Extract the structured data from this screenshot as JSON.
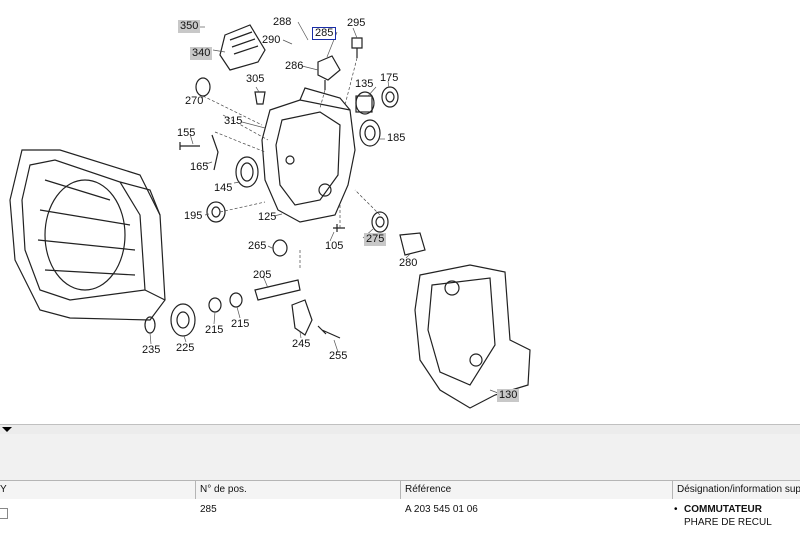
{
  "diagram": {
    "callouts": [
      "350",
      "288",
      "285",
      "295",
      "290",
      "340",
      "286",
      "305",
      "135",
      "175",
      "270",
      "315",
      "185",
      "155",
      "165",
      "145",
      "195",
      "125",
      "275",
      "265",
      "105",
      "280",
      "205",
      "235",
      "225",
      "215",
      "215",
      "245",
      "255",
      "130"
    ],
    "selected_callout": "285",
    "highlighted_callouts": [
      "350",
      "340",
      "275",
      "130"
    ]
  },
  "splitter": {
    "icon": "triangle-down-icon"
  },
  "table": {
    "columns": [
      "Y",
      "N° de pos.",
      "Référence",
      "Désignation/information supp"
    ],
    "rows": [
      {
        "pos": "285",
        "reference": "A 203 545 01 06",
        "designation": "COMMUTATEUR",
        "info": "PHARE DE RECUL"
      }
    ]
  }
}
